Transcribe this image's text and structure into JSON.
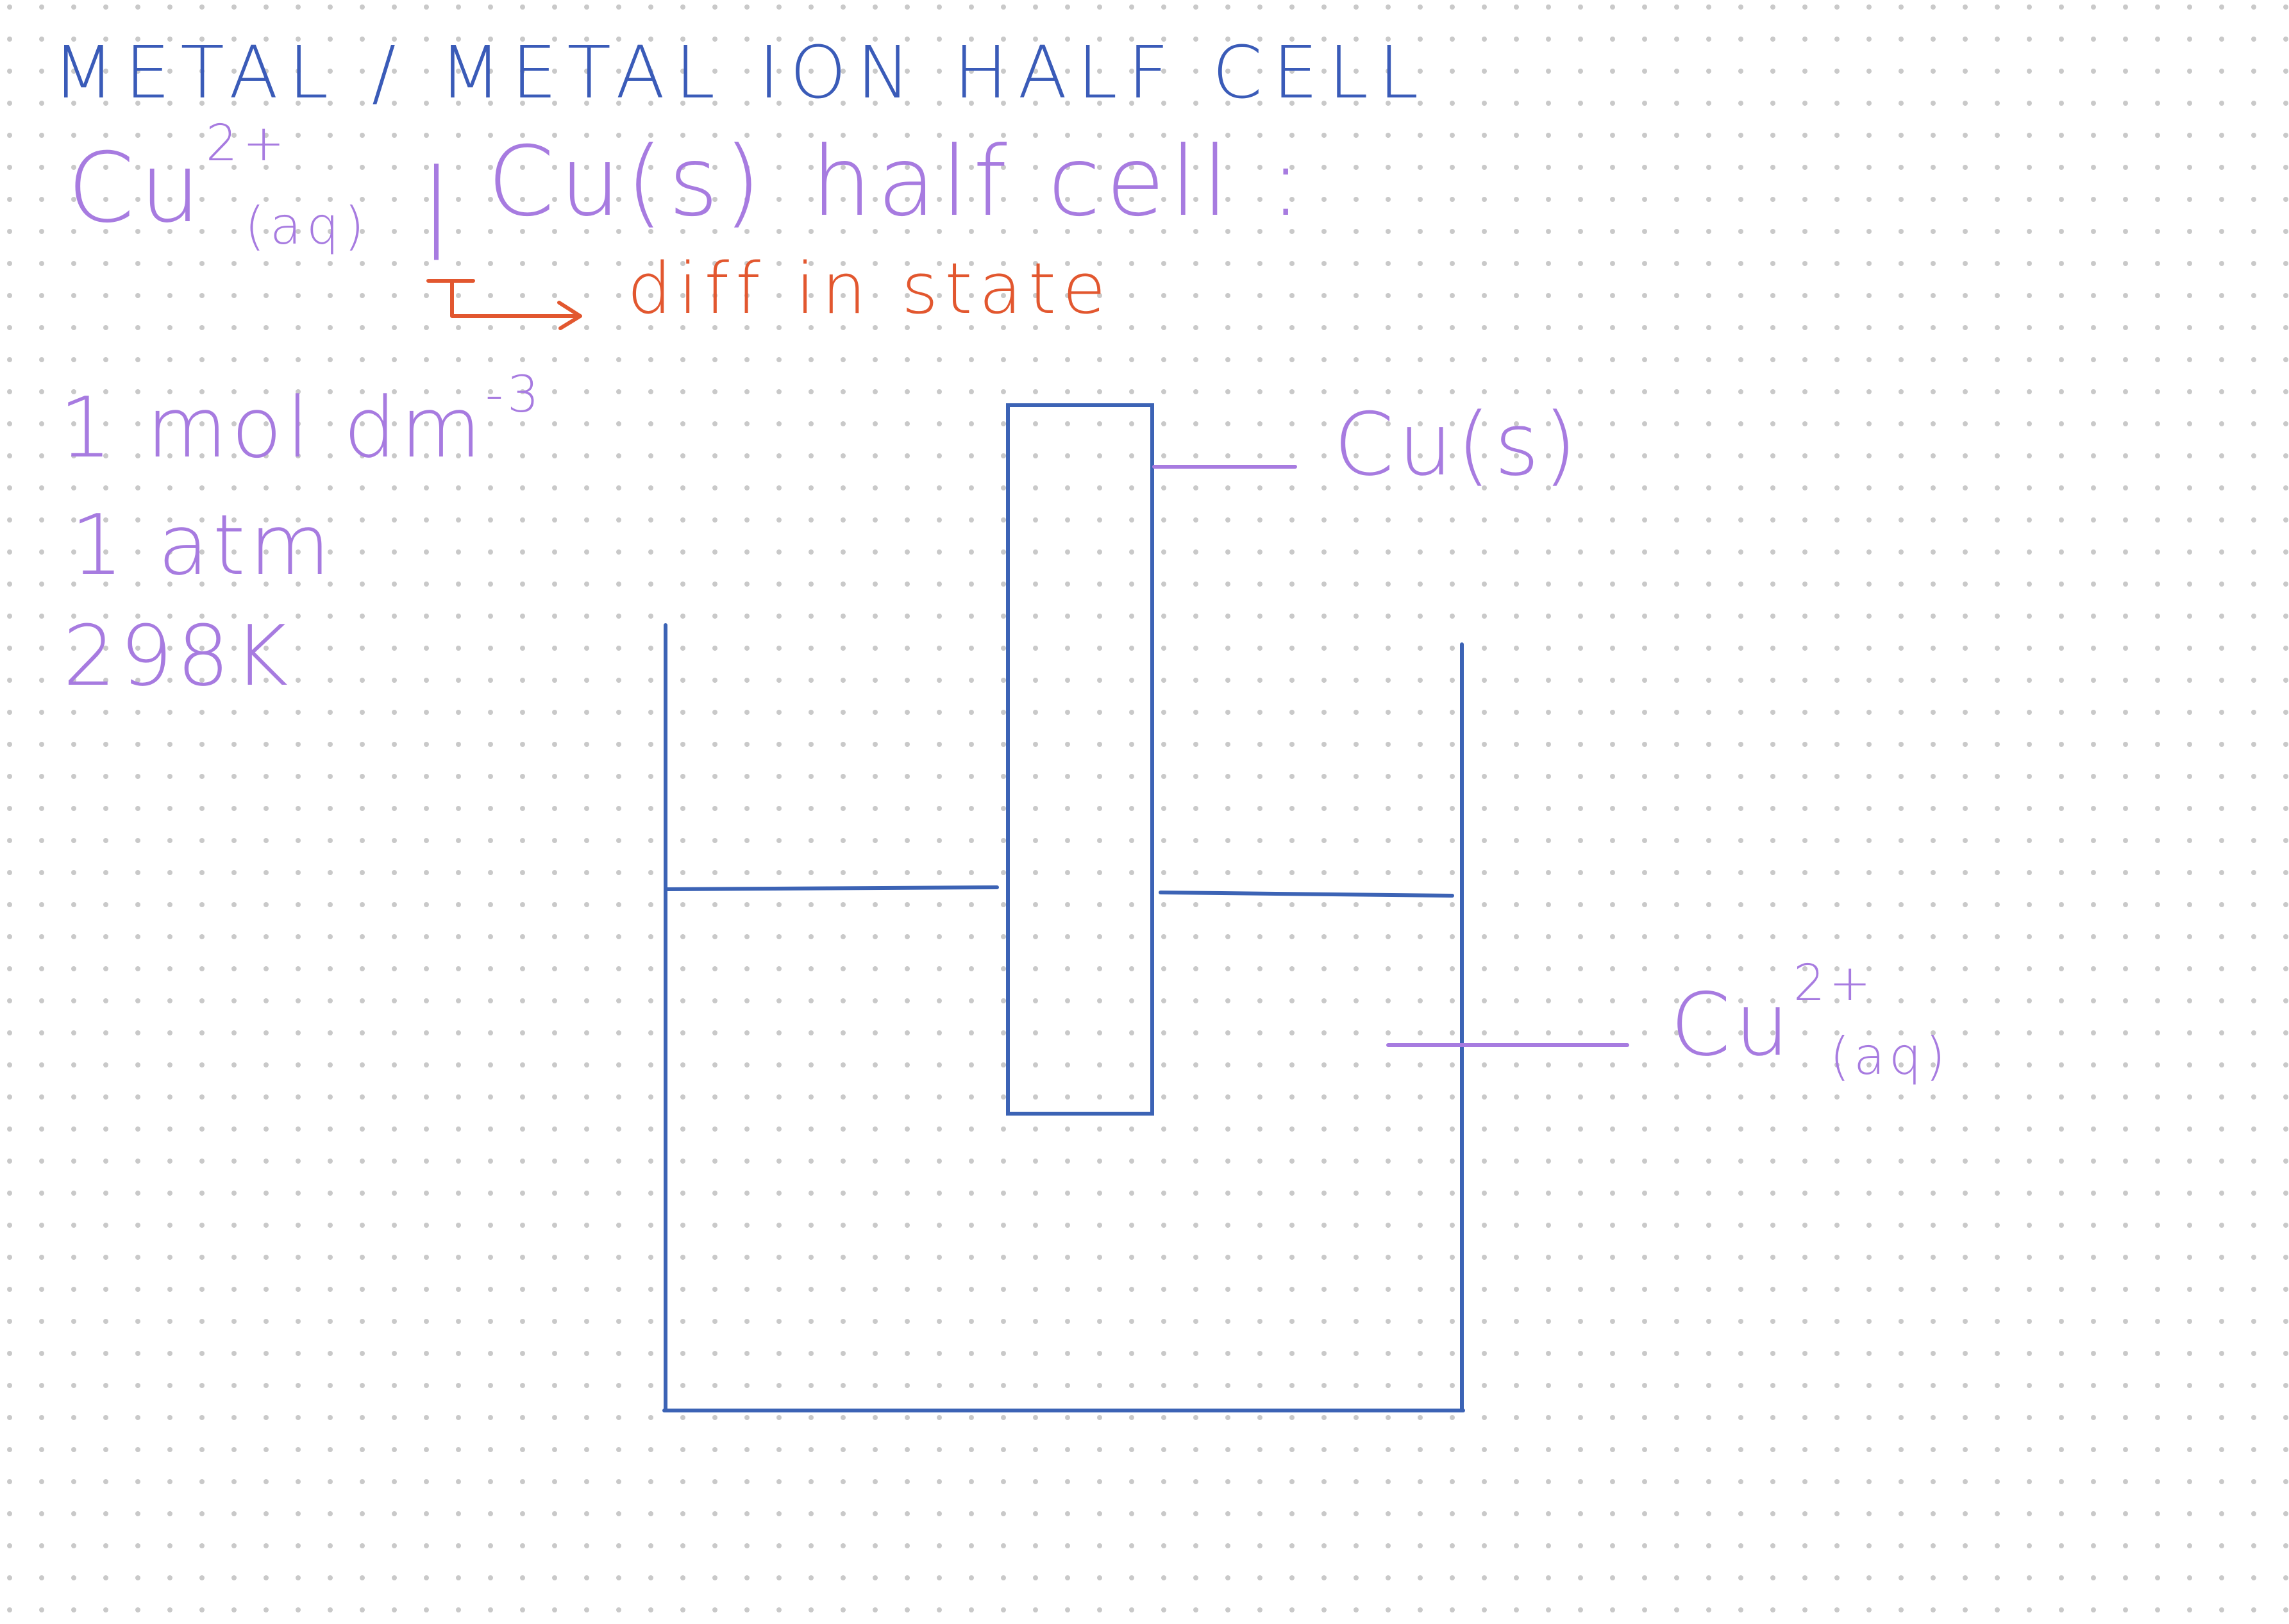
{
  "colors": {
    "title_ink": "#3a5bb8",
    "annotation_ink": "#a77be0",
    "note_ink": "#e2572f",
    "apparatus_ink": "#3c63b5",
    "grid_dot": "#c9c9c9",
    "paper": "#ffffff"
  },
  "title": "METAL / METAL ION HALF CELL",
  "notation": {
    "ion": "Cu",
    "ion_charge": "2+",
    "ion_state": "(aq)",
    "separator": "|",
    "metal": "Cu",
    "metal_state": "(s)",
    "suffix": "half cell :"
  },
  "phase_note": {
    "arrow_icon": "hooked-arrow-icon",
    "text": "diff in state"
  },
  "standard_conditions": {
    "concentration": "1 mol dm",
    "concentration_exponent": "-3",
    "pressure": "1 atm",
    "temperature": "298K"
  },
  "labels": {
    "electrode": "Cu",
    "electrode_state": "(s)",
    "solution": "Cu",
    "solution_charge": "2+",
    "solution_state": "(aq)"
  }
}
